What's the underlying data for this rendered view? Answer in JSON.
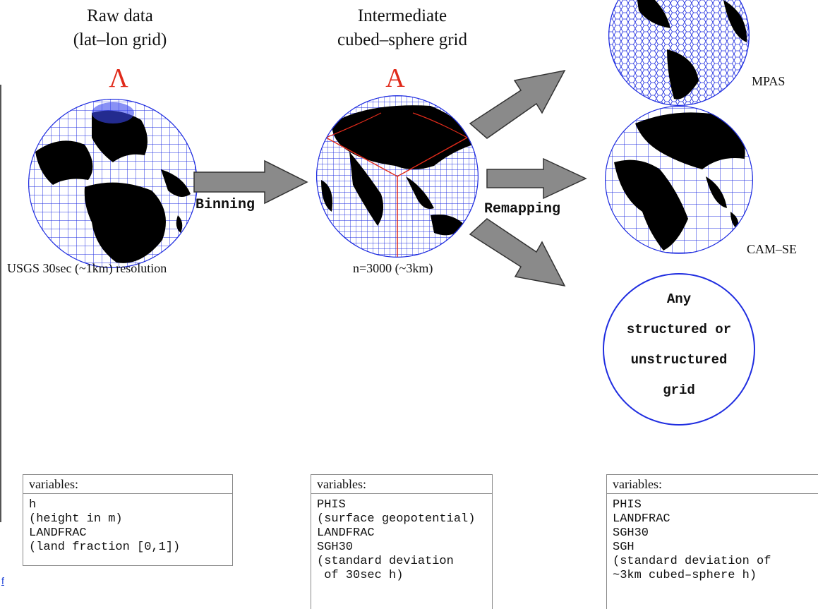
{
  "columns": [
    {
      "title_line1": "Raw data",
      "title_line2": "(lat–lon grid)",
      "symbol": "Λ",
      "caption": "USGS 30sec (~1km) resolution"
    },
    {
      "title_line1": "Intermediate",
      "title_line2": "cubed–sphere grid",
      "symbol": "A",
      "caption": "n=3000 (~3km)"
    }
  ],
  "arrows": {
    "binning_label": "Binning",
    "remapping_label": "Remapping"
  },
  "targets": [
    {
      "label": "MPAS"
    },
    {
      "label": "CAM–SE"
    },
    {
      "lines": [
        "Any",
        "structured or",
        "unstructured",
        "grid"
      ]
    }
  ],
  "variable_boxes": [
    {
      "header": "variables:",
      "lines": [
        "h",
        "(height in m)",
        "LANDFRAC",
        "(land fraction [0,1])"
      ]
    },
    {
      "header": "variables:",
      "lines": [
        "PHIS",
        "(surface geopotential)",
        "LANDFRAC",
        "SGH30",
        "(standard deviation",
        " of 30sec h)"
      ]
    },
    {
      "header": "variables:",
      "lines": [
        "PHIS",
        "LANDFRAC",
        "SGH30",
        "SGH",
        "(standard deviation of",
        "~3km cubed–sphere h)"
      ]
    }
  ],
  "corner_link": "f",
  "colors": {
    "grid": "#1f2de0",
    "land": "#000000",
    "ocean_line": "#2233dd",
    "accent": "#e02a1a",
    "arrow": "#8a8a8a"
  }
}
